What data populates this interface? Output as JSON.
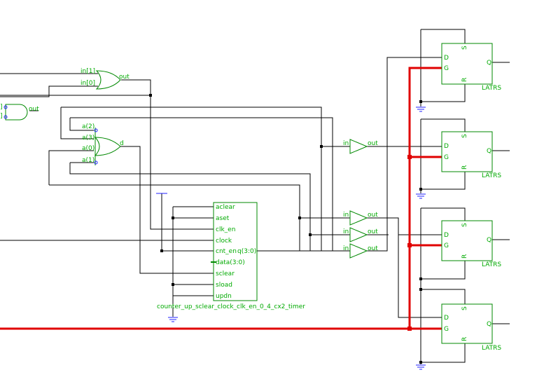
{
  "colors": {
    "wire": "#000000",
    "highlight_net": "#e00000",
    "symbol": "#008800",
    "label": "#00aa00",
    "power_ground": "#2020ff"
  },
  "gates": {
    "or_top": {
      "in1": "in[1]",
      "in0": "in[0]",
      "out": "out"
    },
    "and_left": {
      "in_a": "]",
      "in_b": "]",
      "out": "out"
    },
    "or_mid": {
      "a2": "a(2)",
      "a3": "a(3)",
      "a0": "a(0)",
      "a1": "a(1)",
      "out": "d"
    }
  },
  "buffers": [
    {
      "in": "in",
      "out": "out"
    },
    {
      "in": "in",
      "out": "out"
    },
    {
      "in": "in",
      "out": "out"
    },
    {
      "in": "in",
      "out": "out"
    }
  ],
  "counter": {
    "name": "counter_up_sclear_clock_clk_en_0_4_cx2_timer",
    "ports": [
      "aclear",
      "aset",
      "clk_en",
      "clock",
      "cnt_en",
      "data(3:0)",
      "sclear",
      "sload",
      "updn"
    ],
    "q_port": "q(3:0)"
  },
  "latches": [
    {
      "d": "D",
      "g": "G",
      "s": "S",
      "r": "R",
      "q": "Q",
      "name": "LATRS"
    },
    {
      "d": "D",
      "g": "G",
      "s": "S",
      "r": "R",
      "q": "Q",
      "name": "LATRS"
    },
    {
      "d": "D",
      "g": "G",
      "s": "S",
      "r": "R",
      "q": "Q",
      "name": "LATRS"
    },
    {
      "d": "D",
      "g": "G",
      "s": "S",
      "r": "R",
      "q": "Q",
      "name": "LATRS"
    }
  ]
}
